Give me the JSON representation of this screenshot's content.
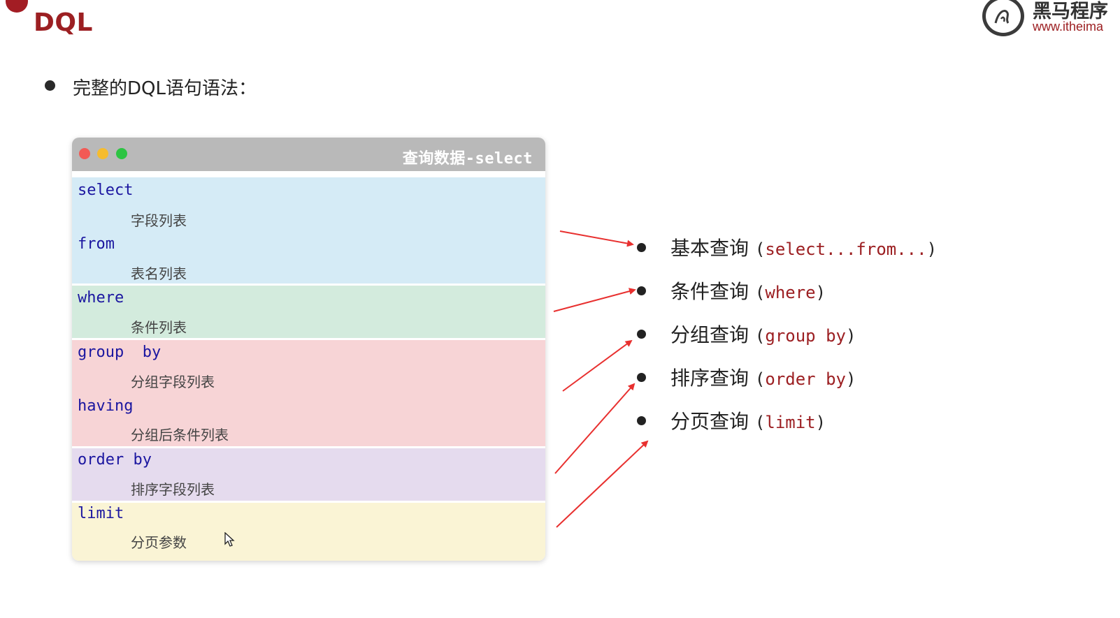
{
  "slide": {
    "title": "DQL"
  },
  "logo": {
    "name": "黑马程序",
    "url": "www.itheima"
  },
  "heading": "完整的DQL语句语法：",
  "window": {
    "title": "查询数据-select",
    "sections": [
      {
        "color": "#d5ebf6",
        "lines": [
          {
            "keyword": "select",
            "desc": "字段列表"
          },
          {
            "keyword": "from",
            "desc": "表名列表"
          }
        ]
      },
      {
        "color": "#d3ebdd",
        "lines": [
          {
            "keyword": "where",
            "desc": "条件列表"
          }
        ]
      },
      {
        "color": "#f7d4d6",
        "lines": [
          {
            "keyword": "group  by",
            "desc": "分组字段列表"
          },
          {
            "keyword": "having",
            "desc": "分组后条件列表"
          }
        ]
      },
      {
        "color": "#e5dbee",
        "lines": [
          {
            "keyword": "order by",
            "desc": "排序字段列表"
          }
        ]
      },
      {
        "color": "#faf4d5",
        "lines": [
          {
            "keyword": "limit",
            "desc": "分页参数"
          }
        ]
      }
    ]
  },
  "categories": [
    {
      "name": "基本查询",
      "keyword": "select...from..."
    },
    {
      "name": "条件查询",
      "keyword": "where"
    },
    {
      "name": "分组查询",
      "keyword": "group by"
    },
    {
      "name": "排序查询",
      "keyword": "order by"
    },
    {
      "name": "分页查询",
      "keyword": "limit"
    }
  ],
  "colors": {
    "accent": "#9c1f22",
    "arrow": "#e8302f",
    "keyword_blue": "#1b16a0"
  },
  "icons": [
    "mouse-pointer-icon",
    "traffic-light-icons",
    "itheima-logo-icon"
  ]
}
